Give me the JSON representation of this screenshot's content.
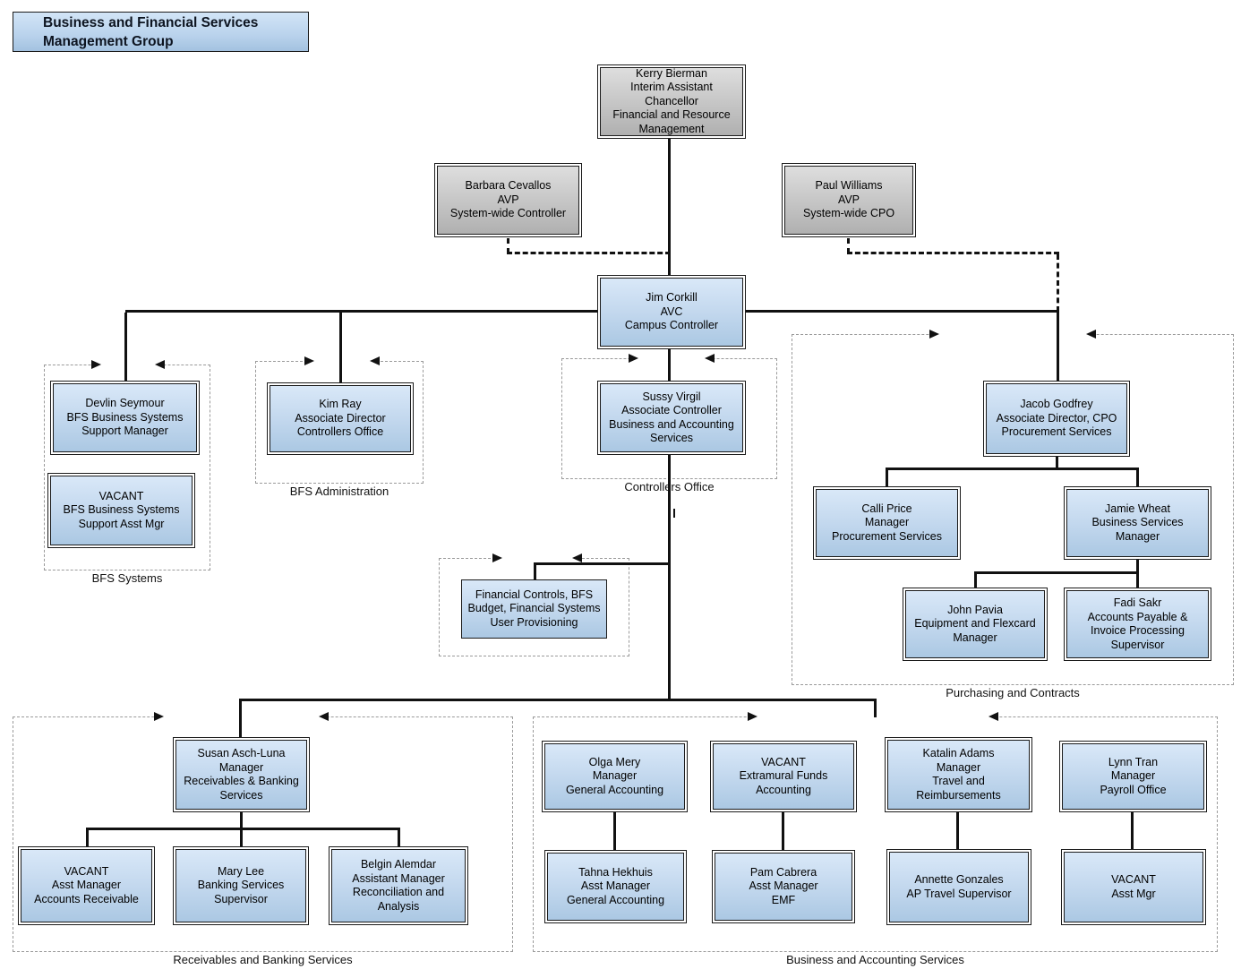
{
  "title": {
    "text": "Business and Financial Services\nManagement Group"
  },
  "nodes": {
    "kerry": {
      "text": "Kerry Bierman\nInterim Assistant\nChancellor\nFinancial and Resource\nManagement"
    },
    "barbara": {
      "text": "Barbara Cevallos\nAVP\nSystem-wide Controller"
    },
    "paul": {
      "text": "Paul Williams\nAVP\nSystem-wide CPO"
    },
    "jim": {
      "text": "Jim Corkill\nAVC\nCampus Controller"
    },
    "devlin": {
      "text": "Devlin Seymour\nBFS Business Systems\nSupport Manager"
    },
    "vacant_bfs": {
      "text": "VACANT\nBFS Business Systems\nSupport Asst Mgr"
    },
    "kim": {
      "text": "Kim Ray\nAssociate Director\nControllers Office"
    },
    "sussy": {
      "text": "Sussy Virgil\nAssociate Controller\nBusiness and Accounting\nServices"
    },
    "jacob": {
      "text": "Jacob Godfrey\nAssociate Director, CPO\nProcurement Services"
    },
    "calli": {
      "text": "Calli Price\nManager\nProcurement Services"
    },
    "jamie": {
      "text": "Jamie Wheat\nBusiness Services\nManager"
    },
    "john": {
      "text": "John Pavia\nEquipment and Flexcard\nManager"
    },
    "fadi": {
      "text": "Fadi Sakr\nAccounts Payable &\nInvoice Processing\nSupervisor"
    },
    "fincontrols": {
      "text": "Financial Controls, BFS\nBudget, Financial Systems\nUser Provisioning"
    },
    "susan": {
      "text": "Susan Asch-Luna\nManager\nReceivables & Banking\nServices"
    },
    "vacant_ar": {
      "text": "VACANT\nAsst Manager\nAccounts Receivable"
    },
    "mary": {
      "text": "Mary Lee\nBanking Services\nSupervisor"
    },
    "belgin": {
      "text": "Belgin Alemdar\nAssistant Manager\nReconciliation and\nAnalysis"
    },
    "olga": {
      "text": "Olga Mery\nManager\nGeneral Accounting"
    },
    "vacant_emf": {
      "text": "VACANT\nExtramural Funds\nAccounting"
    },
    "katalin": {
      "text": "Katalin Adams\nManager\nTravel and\nReimbursements"
    },
    "lynn": {
      "text": "Lynn Tran\nManager\nPayroll Office"
    },
    "tahna": {
      "text": "Tahna Hekhuis\nAsst Manager\nGeneral Accounting"
    },
    "pam": {
      "text": "Pam Cabrera\nAsst Manager\nEMF"
    },
    "annette": {
      "text": "Annette Gonzales\nAP Travel Supervisor"
    },
    "vacant_payroll": {
      "text": "VACANT\nAsst Mgr"
    }
  },
  "groups": {
    "bfs_systems": {
      "label": "BFS Systems"
    },
    "bfs_admin": {
      "label": "BFS Administration"
    },
    "controllers": {
      "label": "Controllers Office"
    },
    "purchasing": {
      "label": "Purchasing and Contracts"
    },
    "receivables": {
      "label": "Receivables and Banking Services"
    },
    "bas": {
      "label": "Business and Accounting Services"
    }
  },
  "colors": {
    "node_fill_top": "#d9e8f8",
    "node_fill_bottom": "#abc8e3",
    "gray_fill_top": "#dedede",
    "gray_fill_bottom": "#b0b0b0",
    "node_border": "#1b1b1b",
    "group_border": "#9a9a9a",
    "connector": "#111111"
  }
}
